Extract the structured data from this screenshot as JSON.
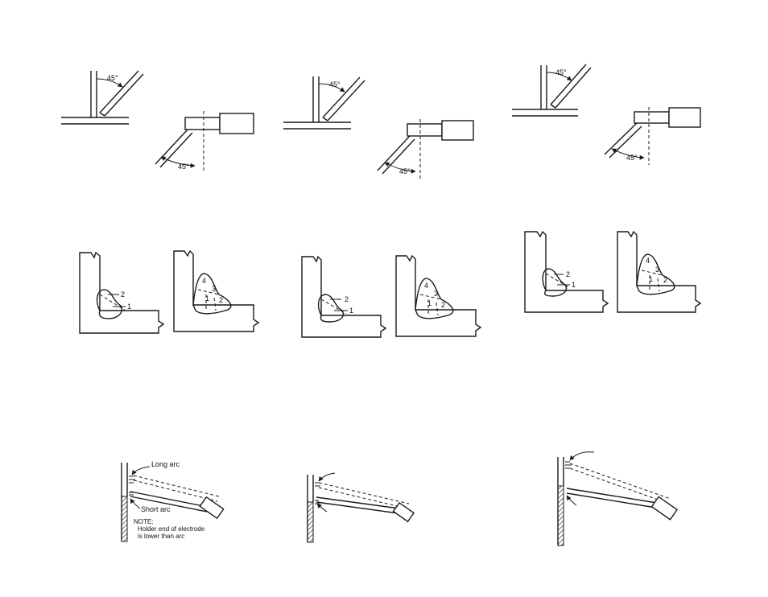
{
  "angle_label": "45°",
  "pass_numbers": [
    "1",
    "2",
    "3",
    "4"
  ],
  "arc_labels": {
    "long_arc": "Long arc",
    "short_arc": "Short arc",
    "note_title": "NOTE:",
    "note_line1": "Holder end of electrode",
    "note_line2": "is lower than arc"
  }
}
